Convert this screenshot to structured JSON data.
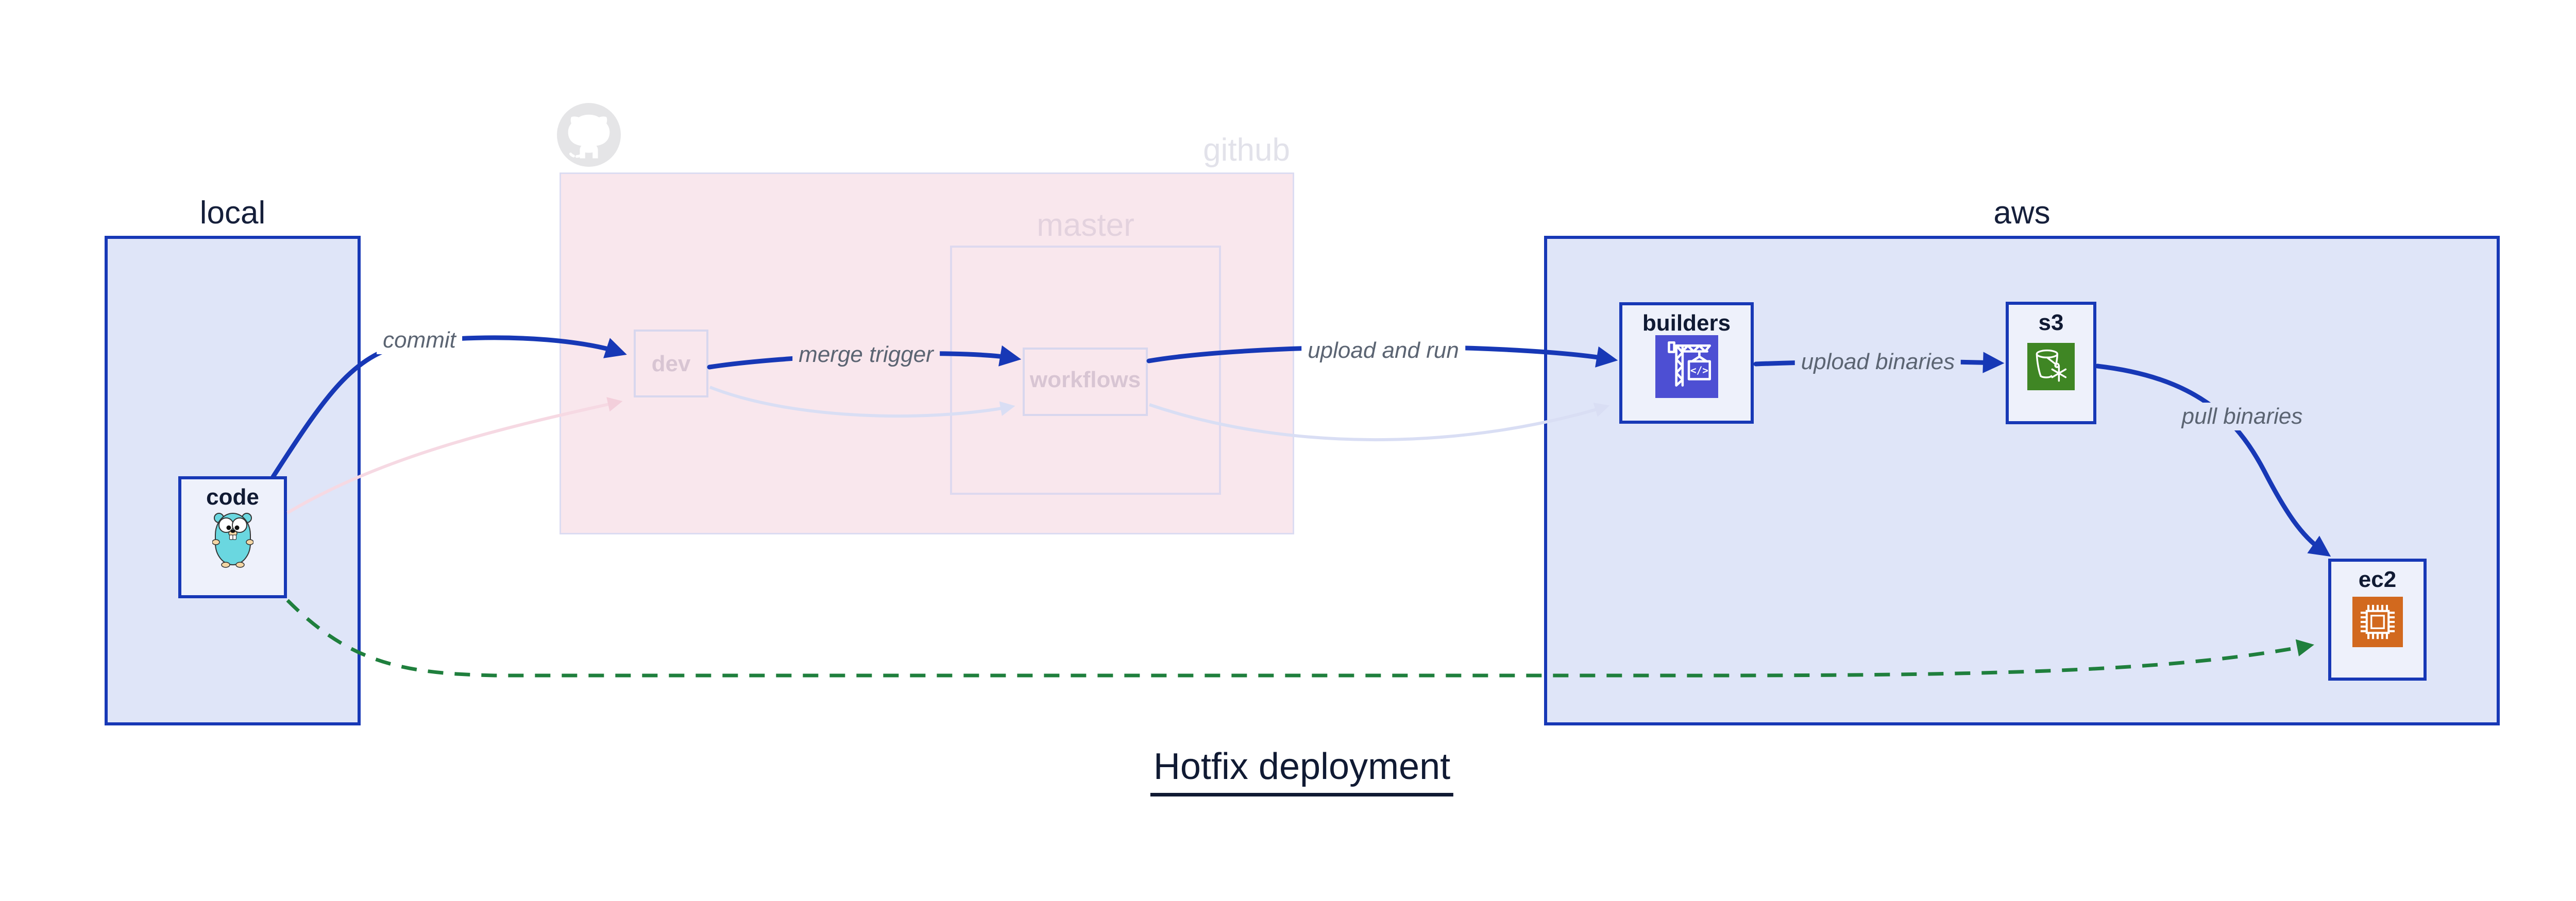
{
  "diagram": {
    "title": "Hotfix deployment",
    "containers": {
      "local": {
        "label": "local"
      },
      "github": {
        "label": "github",
        "logo": "octocat-icon"
      },
      "master": {
        "label": "master"
      },
      "aws": {
        "label": "aws"
      }
    },
    "nodes": {
      "code": {
        "label": "code",
        "icon": "go-gopher-icon"
      },
      "dev": {
        "label": "dev"
      },
      "workflows": {
        "label": "workflows"
      },
      "builders": {
        "label": "builders",
        "icon": "codebuild-crane-icon",
        "icon_glyph": "</>"
      },
      "s3": {
        "label": "s3",
        "icon": "s3-bucket-snowflake-icon"
      },
      "ec2": {
        "label": "ec2",
        "icon": "ec2-chip-icon"
      }
    },
    "edges": {
      "commit": {
        "label": "commit",
        "from": "code",
        "to": "dev",
        "style": "bold-blue"
      },
      "merge_trigger": {
        "label": "merge trigger",
        "from": "dev",
        "to": "workflows",
        "style": "bold-blue"
      },
      "upload_and_run": {
        "label": "upload and run",
        "from": "workflows",
        "to": "builders",
        "style": "bold-blue"
      },
      "upload_binaries": {
        "label": "upload binaries",
        "from": "builders",
        "to": "s3",
        "style": "bold-blue"
      },
      "pull_binaries": {
        "label": "pull binaries",
        "from": "s3",
        "to": "ec2",
        "style": "bold-blue"
      },
      "hotfix_pull": {
        "label": "",
        "from": "code",
        "to": "ec2",
        "style": "green-dashed"
      },
      "push_faded": {
        "label": "",
        "from": "code",
        "to": "dev",
        "style": "faded-pink"
      },
      "merge_faded": {
        "label": "",
        "from": "dev",
        "to": "workflows",
        "style": "faded-lavender"
      },
      "run_faded": {
        "label": "",
        "from": "workflows",
        "to": "builders",
        "style": "faded-lavender"
      }
    },
    "colors": {
      "accent_blue": "#1738b6",
      "container_fill": "#dfe5f8",
      "node_fill": "#eef1fb",
      "github_pink": "#f9e7ed",
      "faded_pink_edge": "#f6d9e3",
      "faded_lavender_edge": "#d9def4",
      "green_dashed": "#1f7f3d",
      "edge_label_gray": "#5b6472",
      "title_navy": "#101a33",
      "codebuild_bg": "#4d4fd3",
      "s3_bg": "#3f8624",
      "ec2_bg": "#d2691e",
      "octocat_gray": "#e5e5e7",
      "gopher_teal": "#6ad7e0"
    }
  }
}
